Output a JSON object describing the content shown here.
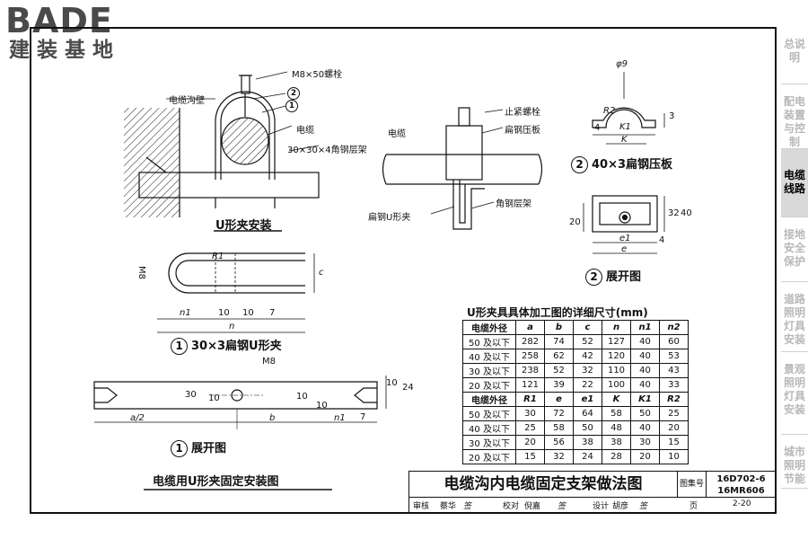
{
  "logo": {
    "main": "BADE",
    "sub": "建装基地"
  },
  "sidebar": {
    "items": [
      {
        "label": "总说明",
        "active": false
      },
      {
        "label": "配电装置与控制",
        "active": false
      },
      {
        "label": "电缆线路",
        "active": true
      },
      {
        "label": "接地安全保护",
        "active": false
      },
      {
        "label": "道路照明灯具安装",
        "active": false
      },
      {
        "label": "景观照明灯具安装",
        "active": false
      },
      {
        "label": "城市照明节能",
        "active": false
      }
    ]
  },
  "drawing1": {
    "labels": {
      "bolt": "M8×50螺栓",
      "trench_wall": "电缆沟壁",
      "cable": "电缆",
      "angle_shelf": "30×30×4角钢层架",
      "n1": "1",
      "n2": "2"
    },
    "caption": "U形夹安装"
  },
  "drawing2": {
    "labels": {
      "stop_bolt": "止紧螺栓",
      "cable": "电缆",
      "flat_plate": "扁钢压板",
      "angle_shelf": "角钢层架",
      "u_clamp": "扁钢U形夹"
    }
  },
  "drawing3": {
    "dims": {
      "phi": "φ9",
      "r2": "R2",
      "k1": "K1",
      "k": "K",
      "four": "4",
      "three": "3"
    },
    "num": "2",
    "caption": "40×3扁钢压板"
  },
  "drawing4": {
    "dims": {
      "d20": "20",
      "d32": "32",
      "d40": "40",
      "e1": "e1",
      "e": "e",
      "four": "4"
    },
    "num": "2",
    "caption": "展开图"
  },
  "drawing5": {
    "dims": {
      "r1": "R1",
      "m8": "M8",
      "c": "c",
      "n1": "n1",
      "ten1": "10",
      "ten2": "10",
      "seven": "7",
      "n": "n"
    },
    "num": "1",
    "caption": "30×3扁钢U形夹"
  },
  "drawing6": {
    "dims": {
      "m8": "M8",
      "d30": "30",
      "d10": "10",
      "d24": "24",
      "d10b": "10",
      "d10c": "10",
      "d7": "7",
      "a2": "a/2",
      "b": "b",
      "n1": "n1",
      "ten": "10"
    },
    "num": "1",
    "caption": "展开图"
  },
  "main_caption": "电缆用U形夹固定安装图",
  "dim_table": {
    "title": "U形夹具具体加工图的详细尺寸(mm)",
    "header1": [
      "电缆外径",
      "a",
      "b",
      "c",
      "n",
      "n1",
      "n2"
    ],
    "rows1": [
      [
        "50 及以下",
        "282",
        "74",
        "52",
        "127",
        "40",
        "60"
      ],
      [
        "40 及以下",
        "258",
        "62",
        "42",
        "120",
        "40",
        "53"
      ],
      [
        "30 及以下",
        "238",
        "52",
        "32",
        "110",
        "40",
        "43"
      ],
      [
        "20 及以下",
        "121",
        "39",
        "22",
        "100",
        "40",
        "33"
      ]
    ],
    "header2": [
      "电缆外径",
      "R1",
      "e",
      "e1",
      "K",
      "K1",
      "R2"
    ],
    "rows2": [
      [
        "50 及以下",
        "30",
        "72",
        "64",
        "58",
        "50",
        "25"
      ],
      [
        "40 及以下",
        "25",
        "58",
        "50",
        "48",
        "40",
        "20"
      ],
      [
        "30 及以下",
        "20",
        "56",
        "38",
        "38",
        "30",
        "15"
      ],
      [
        "20 及以下",
        "15",
        "32",
        "24",
        "28",
        "20",
        "10"
      ]
    ]
  },
  "title_block": {
    "title": "电缆沟内电缆固定支架做法图",
    "code_label": "图集号",
    "code1": "16D702-6",
    "code2": "16MR606",
    "review_label": "审核",
    "reviewer": "蔡华",
    "check_label": "校对",
    "checker": "倪嘉",
    "design_label": "设计",
    "designer": "胡彦",
    "page_label": "页",
    "page": "2-20"
  }
}
